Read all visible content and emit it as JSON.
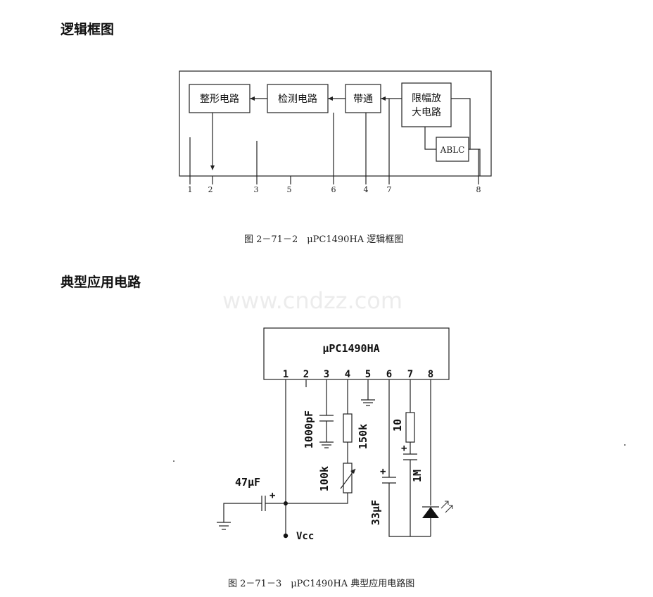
{
  "section1": {
    "title": "逻辑框图"
  },
  "section2": {
    "title": "典型应用电路"
  },
  "block_diagram": {
    "blocks": {
      "shaping": "整形电路",
      "detect": "检测电路",
      "bandpass": "带通",
      "limiter_line1": "限幅放",
      "limiter_line2": "大电路",
      "ablc": "ABLC"
    },
    "pins": [
      "1",
      "2",
      "3",
      "5",
      "6",
      "4",
      "7",
      "8"
    ],
    "caption": "图 2－71－2　μPC1490HA 逻辑框图"
  },
  "circuit": {
    "ic_label": "μPC1490HA",
    "pins": [
      "1",
      "2",
      "3",
      "4",
      "5",
      "6",
      "7",
      "8"
    ],
    "components": {
      "c_1000pf": "1000pF",
      "r_150k": "150k",
      "vr_100k": "100k",
      "r_10": "10",
      "c_1m": "1M",
      "c_33uf": "33μF",
      "c_47uf": "47μF",
      "plus": "+",
      "vcc": "Vcc"
    },
    "caption": "图 2－71－3　μPC1490HA 典型应用电路图"
  },
  "watermark": "www.cndzz.com"
}
